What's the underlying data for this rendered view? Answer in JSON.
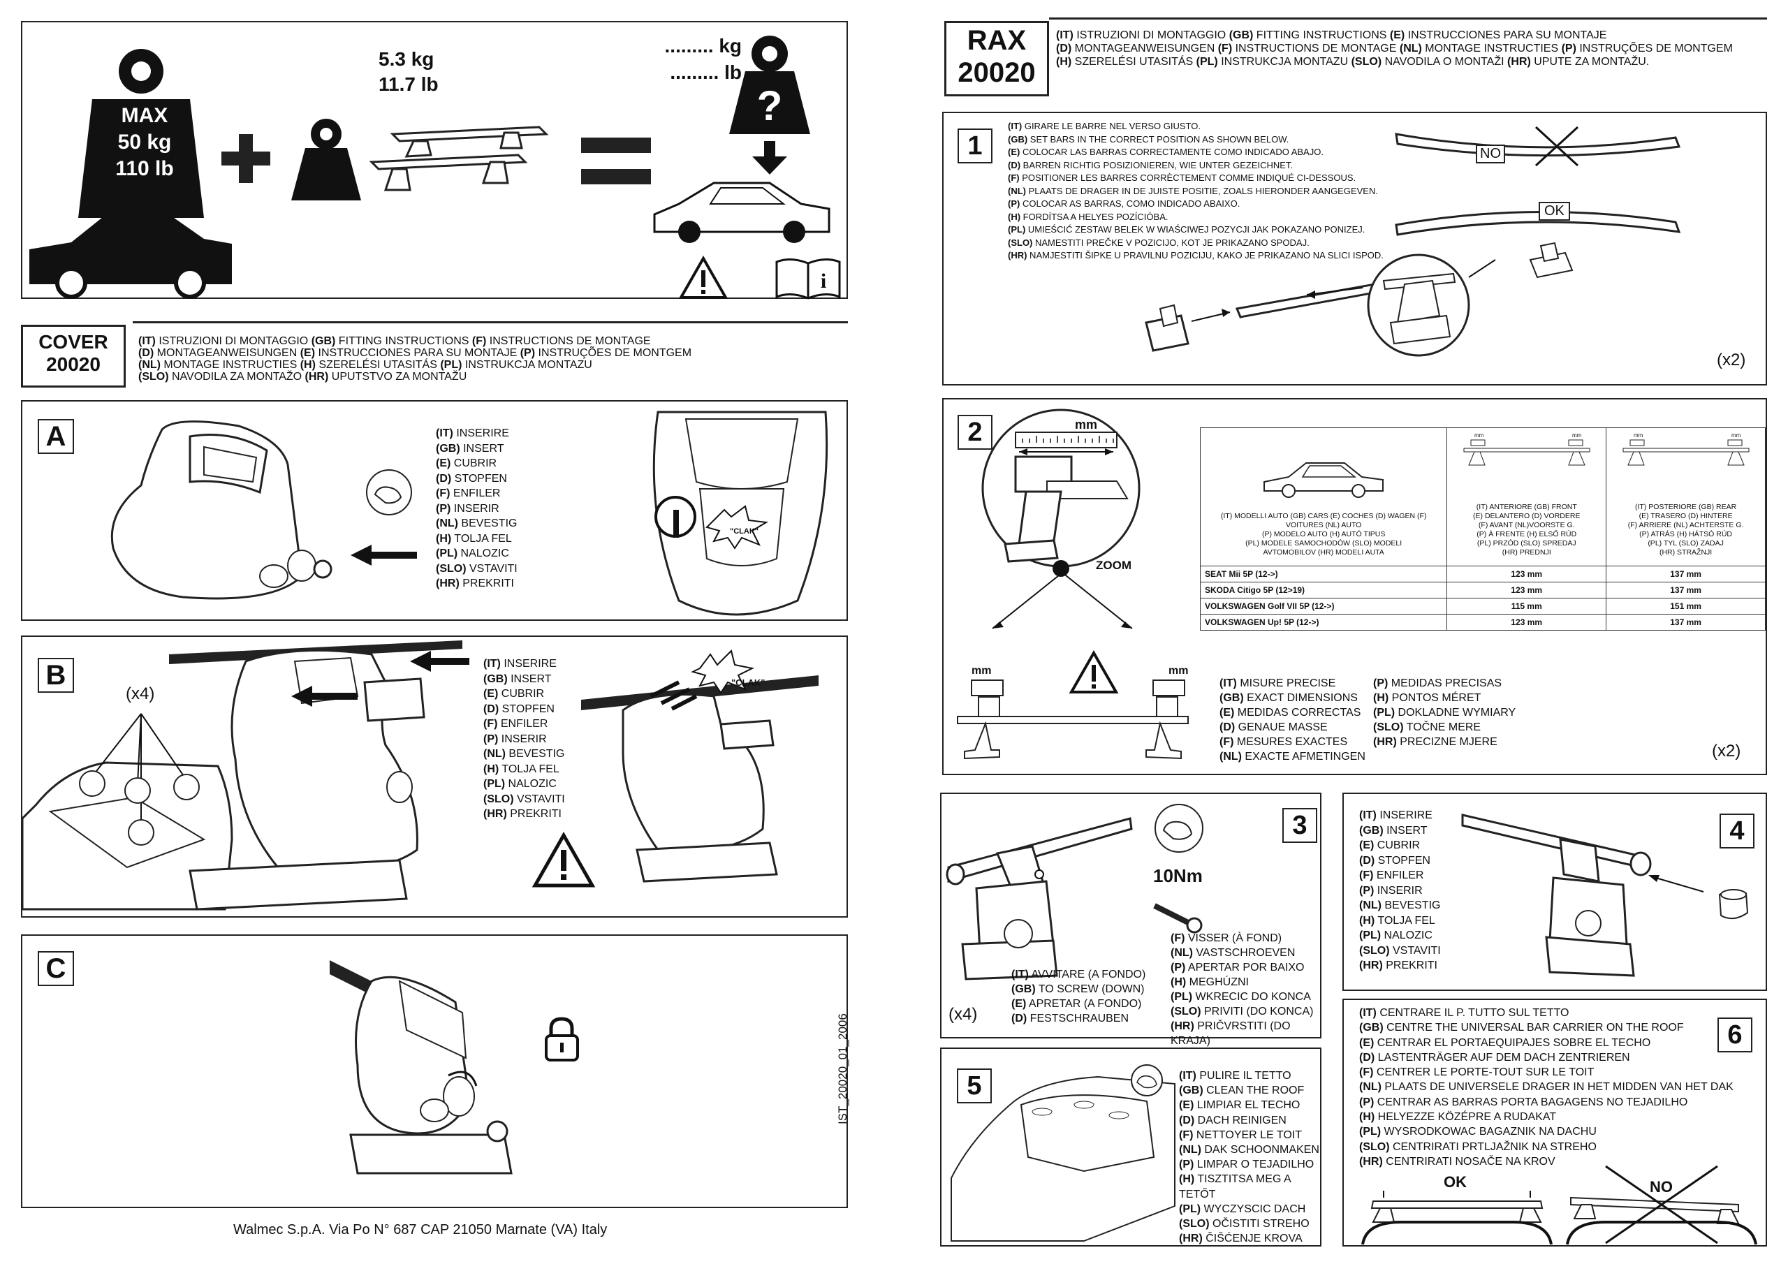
{
  "top_panel": {
    "max_weight": {
      "line1": "MAX",
      "line2": "50 kg",
      "line3": "110 lb"
    },
    "rack_weight": {
      "kg": "5.3 kg",
      "lb": "11.7 lb"
    },
    "result_weight": {
      "kg": "......... kg",
      "lb": "......... lb"
    }
  },
  "cover_header": {
    "code_line1": "COVER",
    "code_line2": "20020",
    "instructions": [
      {
        "parts": [
          [
            "(IT)",
            " ISTRUZIONI DI MONTAGGIO "
          ],
          [
            "(GB)",
            " FITTING INSTRUCTIONS "
          ],
          [
            "(F)",
            " INSTRUCTIONS DE MONTAGE"
          ]
        ]
      },
      {
        "parts": [
          [
            "(D)",
            " MONTAGEANWEISUNGEN "
          ],
          [
            "(E)",
            " INSTRUCCIONES PARA SU MONTAJE "
          ],
          [
            "(P)",
            " INSTRUÇÕES DE MONTGEM"
          ]
        ]
      },
      {
        "parts": [
          [
            "(NL)",
            " MONTAGE INSTRUCTIES  "
          ],
          [
            "(H)",
            " SZERELÉSI UTASITÁS "
          ],
          [
            "(PL)",
            " INSTRUKCJA MONTAZU"
          ]
        ]
      },
      {
        "parts": [
          [
            "(SLO)",
            " NAVODILA ZA MONTAŽO "
          ],
          [
            "(HR)",
            " UPUTSTVO ZA MONTAŽU"
          ]
        ]
      }
    ]
  },
  "insert_list": [
    {
      "code": "(IT)",
      "text": " INSERIRE"
    },
    {
      "code": "(GB)",
      "text": " INSERT"
    },
    {
      "code": "(E)",
      "text": " CUBRIR"
    },
    {
      "code": "(D)",
      "text": " STOPFEN"
    },
    {
      "code": "(F)",
      "text": " ENFILER"
    },
    {
      "code": "(P)",
      "text": " INSERIR"
    },
    {
      "code": "(NL)",
      "text": " BEVESTIG"
    },
    {
      "code": "(H)",
      "text": " TOLJA  FEL"
    },
    {
      "code": "(PL)",
      "text": " NALOZIC"
    },
    {
      "code": "(SLO)",
      "text": " VSTAVITI"
    },
    {
      "code": "(HR)",
      "text": " PREKRITI"
    }
  ],
  "section_a": {
    "label": "A",
    "clak": "\"CLAK\""
  },
  "section_b": {
    "label": "B",
    "count": "(x4)",
    "clak": "\"CLAK\""
  },
  "section_c": {
    "label": "C",
    "doc_code": "IST_20020_01_2006"
  },
  "footer": {
    "address": "Walmec S.p.A. Via Po N° 687 CAP 21050 Marnate (VA) Italy"
  },
  "rax_header": {
    "code_line1": "RAX",
    "code_line2": "20020",
    "instructions": [
      {
        "parts": [
          [
            "(IT)",
            " ISTRUZIONI DI MONTAGGIO "
          ],
          [
            "(GB)",
            " FITTING INSTRUCTIONS "
          ],
          [
            "(E)",
            " INSTRUCCIONES PARA SU MONTAJE"
          ]
        ]
      },
      {
        "parts": [
          [
            "(D)",
            " MONTAGEANWEISUNGEN "
          ],
          [
            "(F)",
            " INSTRUCTIONS DE MONTAGE "
          ],
          [
            "(NL)",
            " MONTAGE INSTRUCTIES "
          ],
          [
            "(P)",
            " INSTRUÇÕES DE MONTGEM"
          ]
        ]
      },
      {
        "parts": [
          [
            "(H)",
            " SZERELÉSI UTASITÁS "
          ],
          [
            "(PL)",
            " INSTRUKCJA MONTAZU "
          ],
          [
            "(SLO)",
            " NAVODILA O MONTAŽI "
          ],
          [
            "(HR)",
            " UPUTE ZA MONTAŽU."
          ]
        ]
      }
    ]
  },
  "step1": {
    "number": "1",
    "no": "NO",
    "ok": "OK",
    "count": "(x2)",
    "lines": [
      {
        "code": "(IT)",
        "text": " GIRARE LE BARRE NEL VERSO GIUSTO."
      },
      {
        "code": "(GB)",
        "text": " SET BARS IN THE CORRECT POSITION AS SHOWN BELOW."
      },
      {
        "code": "(E)",
        "text": " COLOCAR LAS BARRAS CORRECTAMENTE COMO INDICADO ABAJO."
      },
      {
        "code": "(D)",
        "text": " BARREN RICHTIG POSIZIONIEREN, WIE UNTER GEZEICHNET."
      },
      {
        "code": "(F)",
        "text": " POSITIONER LES BARRES CORRÈCTEMENT COMME INDIQUÉ CI-DESSOUS."
      },
      {
        "code": "(NL)",
        "text": " PLAATS DE DRAGER IN DE JUISTE POSITIE, ZOALS HIERONDER AANGEGEVEN."
      },
      {
        "code": "(P)",
        "text": " COLOCAR AS BARRAS, COMO INDICADO ABAIXO."
      },
      {
        "code": "(H)",
        "text": " FORDÍTSA A HELYES POZÍCIÓBA."
      },
      {
        "code": "(PL)",
        "text": " UMIEŚCIĆ ZESTAW BELEK W WIAŚCIWEJ POZYCJI JAK POKAZANO PONIZEJ."
      },
      {
        "code": "(SLO)",
        "text": " NAMESTITI PREČKE V POZICIJO, KOT JE PRIKAZANO SPODAJ."
      },
      {
        "code": "(HR)",
        "text": " NAMJESTITI ŠIPKE U PRAVILNU POZICIJU, KAKO JE PRIKAZANO NA SLICI ISPOD."
      }
    ]
  },
  "step2": {
    "number": "2",
    "mm_top": "mm",
    "zoom": "ZOOM",
    "mm_left": "mm",
    "mm_right": "mm",
    "count": "(x2)",
    "table": {
      "header_models": [
        "(IT) MODELLI  AUTO (GB) CARS (E) COCHES (D) WAGEN (F)",
        "VOITURES (NL) AUTO",
        "(P) MODELO AUTO (H) AUTÓ TIPUS",
        "(PL) MODELE SAMOCHODÓW (SLO) MODELI",
        "AVTOMOBILOV (HR) MODELI AUTA"
      ],
      "header_front": [
        "(IT) ANTERIORE (GB) FRONT",
        "(E) DELANTERO (D) VORDERE",
        "(F)  AVANT (NL)VOORSTE G.",
        "(P) À FRENTE (H) ELSŐ RÚD",
        "(PL) PRZÓD (SLO) SPREDAJ",
        "(HR) PREDNJI"
      ],
      "header_rear": [
        "(IT) POSTERIORE (GB) REAR",
        "(E) TRASERO (D) HINTERE",
        "(F) ARRIERE (NL) ACHTERSTE G.",
        "(P) ATRÁS (H) HÁTSÓ RÚD",
        "(PL) TYL (SLO) ZADAJ",
        "(HR) STRAŽNJI"
      ],
      "mm_a": "mm",
      "mm_b": "mm",
      "rows": [
        {
          "model": "SEAT Mii 5P (12->)",
          "front": "123 mm",
          "rear": "137 mm"
        },
        {
          "model": "SKODA Citigo 5P (12>19)",
          "front": "123 mm",
          "rear": "137 mm"
        },
        {
          "model": "VOLKSWAGEN Golf VII 5P (12->)",
          "front": "115 mm",
          "rear": "151 mm"
        },
        {
          "model": "VOLKSWAGEN Up! 5P (12->)",
          "front": "123 mm",
          "rear": "137 mm"
        }
      ]
    },
    "measure_left": [
      {
        "code": "(IT)",
        "text": " MISURE PRECISE"
      },
      {
        "code": "(GB)",
        "text": " EXACT DIMENSIONS"
      },
      {
        "code": "(E)",
        "text": " MEDIDAS CORRECTAS"
      },
      {
        "code": "(D)",
        "text": " GENAUE MASSE"
      },
      {
        "code": "(F)",
        "text": " MESURES EXACTES"
      },
      {
        "code": "(NL)",
        "text": " EXACTE AFMETINGEN"
      }
    ],
    "measure_right": [
      {
        "code": "(P)",
        "text": " MEDIDAS PRECISAS"
      },
      {
        "code": "(H)",
        "text": " PONTOS MÉRET"
      },
      {
        "code": "(PL)",
        "text": " DOKLADNE WYMIARY"
      },
      {
        "code": "(SLO)",
        "text": " TOČNE MERE"
      },
      {
        "code": "(HR)",
        "text": " PRECIZNE MJERE"
      }
    ]
  },
  "step3": {
    "number": "3",
    "torque": "10Nm",
    "count": "(x4)",
    "left": [
      {
        "code": "(IT)",
        "text": " AVVITARE (A FONDO)"
      },
      {
        "code": "(GB)",
        "text": " TO SCREW (DOWN)"
      },
      {
        "code": "(E)",
        "text": " APRETAR (A FONDO)"
      },
      {
        "code": "(D)",
        "text": " FESTSCHRAUBEN"
      }
    ],
    "right": [
      {
        "code": "(F)",
        "text": " VISSER (À FOND)"
      },
      {
        "code": "(NL)",
        "text": " VASTSCHROEVEN"
      },
      {
        "code": "(P)",
        "text": " APERTAR POR BAIXO"
      },
      {
        "code": "(H)",
        "text": " MEGHÚZNI"
      },
      {
        "code": "(PL)",
        "text": " WKRECIC DO KONCA"
      },
      {
        "code": "(SLO)",
        "text": " PRIVITI (DO KONCA)"
      },
      {
        "code": "(HR)",
        "text": " PRIČVRSTITI (DO KRAJA)"
      }
    ]
  },
  "step4": {
    "number": "4"
  },
  "step5": {
    "number": "5",
    "lines": [
      {
        "code": "(IT)",
        "text": " PULIRE IL TETTO"
      },
      {
        "code": "(GB)",
        "text": " CLEAN THE ROOF"
      },
      {
        "code": "(E)",
        "text": " LIMPIAR EL TECHO"
      },
      {
        "code": "(D)",
        "text": " DACH REINIGEN"
      },
      {
        "code": "(F)",
        "text": " NETTOYER LE TOIT"
      },
      {
        "code": "(NL)",
        "text": " DAK SCHOONMAKEN"
      },
      {
        "code": "(P)",
        "text": " LIMPAR O TEJADILHO"
      },
      {
        "code": "(H)",
        "text": " TISZTITSA MEG A TETŐT"
      },
      {
        "code": "(PL)",
        "text": " WYCZYSCIC DACH"
      },
      {
        "code": "(SLO)",
        "text": " OČISTITI STREHO"
      },
      {
        "code": "(HR)",
        "text": " ČIŠĆENJE KROVA"
      }
    ]
  },
  "step6": {
    "number": "6",
    "ok": "OK",
    "no": "NO",
    "lines": [
      {
        "code": "(IT)",
        "text": " CENTRARE IL P. TUTTO SUL TETTO"
      },
      {
        "code": "(GB)",
        "text": " CENTRE THE UNIVERSAL BAR CARRIER ON THE ROOF"
      },
      {
        "code": "(E)",
        "text": " CENTRAR EL PORTAEQUIPAJES SOBRE EL TECHO"
      },
      {
        "code": "(D)",
        "text": " LASTENTRÄGER AUF DEM DACH ZENTRIEREN"
      },
      {
        "code": "(F)",
        "text": " CENTRER LE PORTE-TOUT SUR LE TOIT"
      },
      {
        "code": "(NL)",
        "text": " PLAATS DE UNIVERSELE DRAGER IN HET MIDDEN VAN HET DAK"
      },
      {
        "code": "(P)",
        "text": " CENTRAR AS BARRAS PORTA BAGAGENS NO TEJADILHO"
      },
      {
        "code": "(H)",
        "text": " HELYEZZE KÖZÉPRE A RUDAKAT"
      },
      {
        "code": "(PL)",
        "text": " WYSRODKOWAC BAGAZNIK NA DACHU"
      },
      {
        "code": "(SLO)",
        "text": " CENTRIRATI PRTLJAŽNIK NA STREHO"
      },
      {
        "code": "(HR)",
        "text": " CENTRIRATI NOSAČE NA KROV"
      }
    ]
  }
}
